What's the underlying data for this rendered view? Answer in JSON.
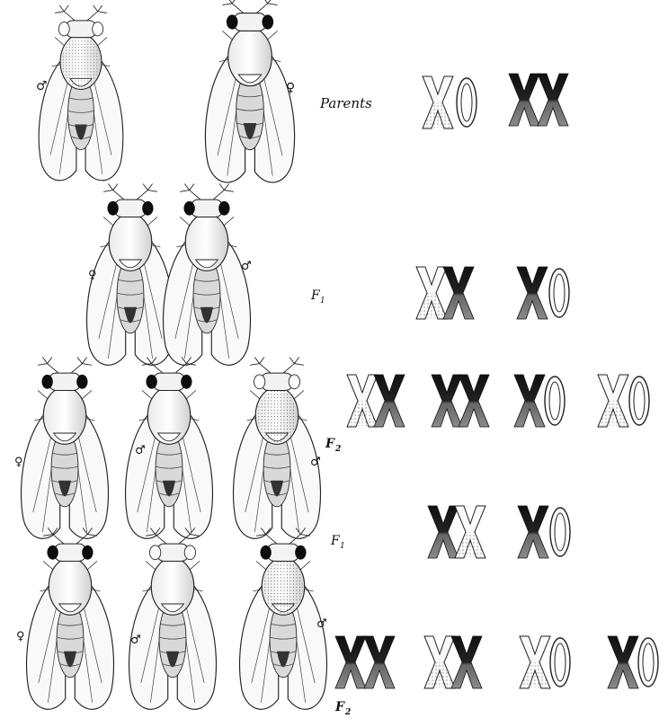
{
  "labels": {
    "parents": "Parents",
    "f1_top": "F",
    "f1_top_sub": "1",
    "f2_top": "F",
    "f2_top_sub": "2",
    "f1_lower": "F",
    "f1_lower_sub": "1",
    "f2_bottom": "F",
    "f2_bottom_sub": "2"
  },
  "fly_symbols": {
    "parent_male": "♂",
    "parent_female": "♀",
    "f1_left": "♀",
    "f1_right": "♂",
    "f2a_left": "♀",
    "f2a_mid": "♂",
    "f2a_right": "♂",
    "f2b_left": "♀",
    "f2b_mid": "♂",
    "f2b_right": "♂"
  },
  "chromosome_rows": [
    {
      "name": "parents",
      "groups": [
        [
          "X-white",
          "O"
        ],
        [
          "X-dark",
          "X-dark"
        ]
      ]
    },
    {
      "name": "f1-top",
      "groups": [
        [
          "X-white",
          "X-dark"
        ],
        [
          "X-dark",
          "O"
        ]
      ]
    },
    {
      "name": "f2-top",
      "groups": [
        [
          "X-white",
          "X-dark"
        ],
        [
          "X-dark",
          "X-dark"
        ],
        [
          "X-dark",
          "O"
        ],
        [
          "X-white",
          "O"
        ]
      ]
    },
    {
      "name": "f1-lower",
      "groups": [
        [
          "X-dark",
          "X-white"
        ],
        [
          "X-dark",
          "O"
        ]
      ]
    },
    {
      "name": "f2-bottom",
      "groups": [
        [
          "X-dark",
          "X-dark"
        ],
        [
          "X-white",
          "X-dark"
        ],
        [
          "X-white",
          "O"
        ],
        [
          "X-dark",
          "O"
        ]
      ]
    }
  ],
  "colors": {
    "ink": "#111111",
    "dark_x_top": "#111111",
    "dark_x_bottom": "#777777",
    "white_x_fill": "#f4f4f4",
    "wing": "#f8f8f8"
  }
}
